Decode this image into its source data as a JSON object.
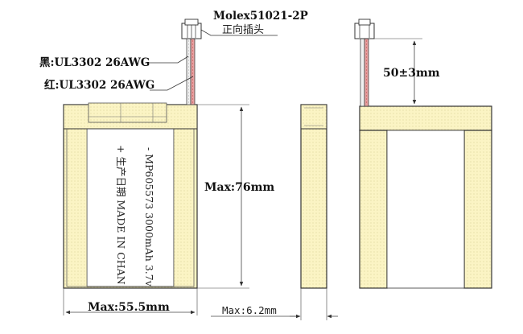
{
  "connector": {
    "part": "Molex51021-2P",
    "orientation": "正向插头"
  },
  "wires": {
    "black": "黑:UL3302 26AWG",
    "red": "红:UL3302 26AWG"
  },
  "cell_label": {
    "line1": "- MP605573 3000mAh 3.7v",
    "line2": "+ 生产日期 MADE IN CHAN"
  },
  "dimensions": {
    "height": "Max:76mm",
    "width": "Max:55.5mm",
    "thickness": "Max:6.2mm",
    "lead_length": "50±3mm"
  },
  "colors": {
    "body_fill": "#fbf4c4",
    "outline": "#333333",
    "red_wire": "#d9534f",
    "dim_line": "#444444"
  }
}
